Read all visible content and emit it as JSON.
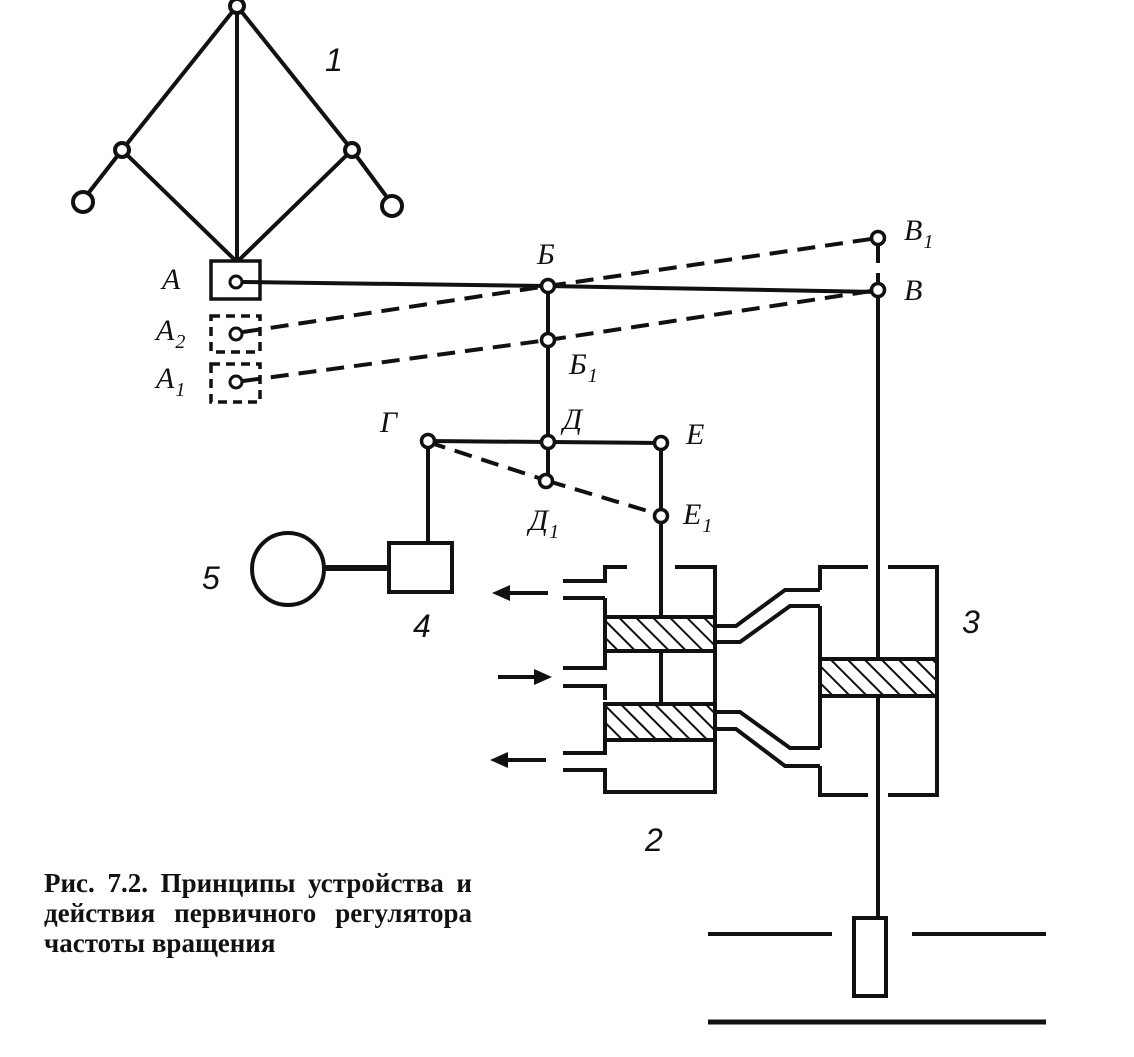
{
  "labels": {
    "A": "А",
    "A2": "А",
    "A2_sub": "2",
    "A1": "А",
    "A1_sub": "1",
    "B": "Б",
    "B1": "Б",
    "B1_sub": "1",
    "V": "В",
    "V1": "В",
    "V1_sub": "1",
    "G": "Г",
    "D": "Д",
    "D1": "Д",
    "D1_sub": "1",
    "E": "Е",
    "E1": "Е",
    "E1_sub": "1"
  },
  "numbers": {
    "n1": "1",
    "n2": "2",
    "n3": "3",
    "n4": "4",
    "n5": "5"
  },
  "caption": "Рис. 7.2. Принципы устройства и действия первичного регулятора частоты вращения"
}
